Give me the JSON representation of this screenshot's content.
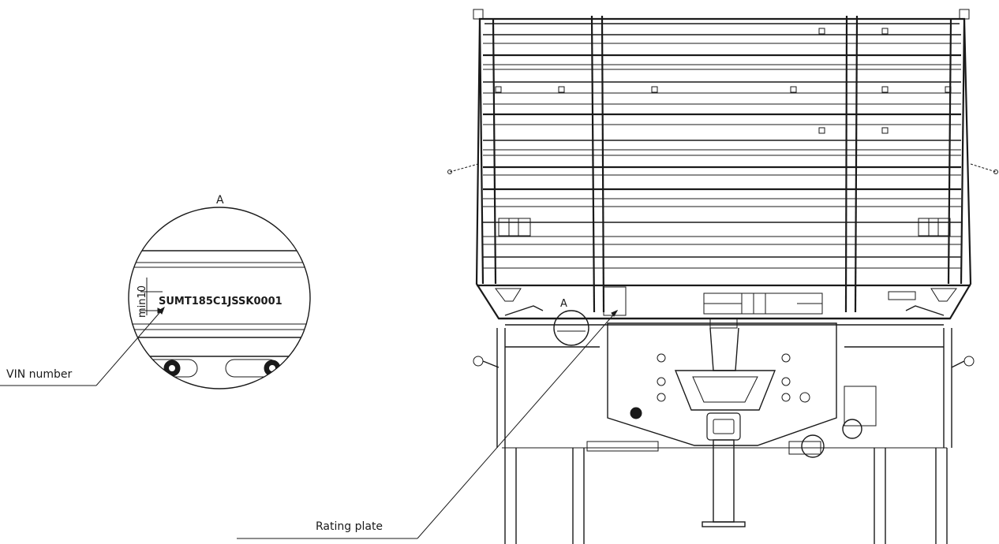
{
  "detail_view": {
    "view_letter": "A",
    "dimension_label": "min10",
    "vin_code": "SUMT185C1JSSK0001"
  },
  "callouts": {
    "vin_label": "VIN number",
    "rating_plate_label": "Rating plate",
    "view_marker": "A"
  }
}
